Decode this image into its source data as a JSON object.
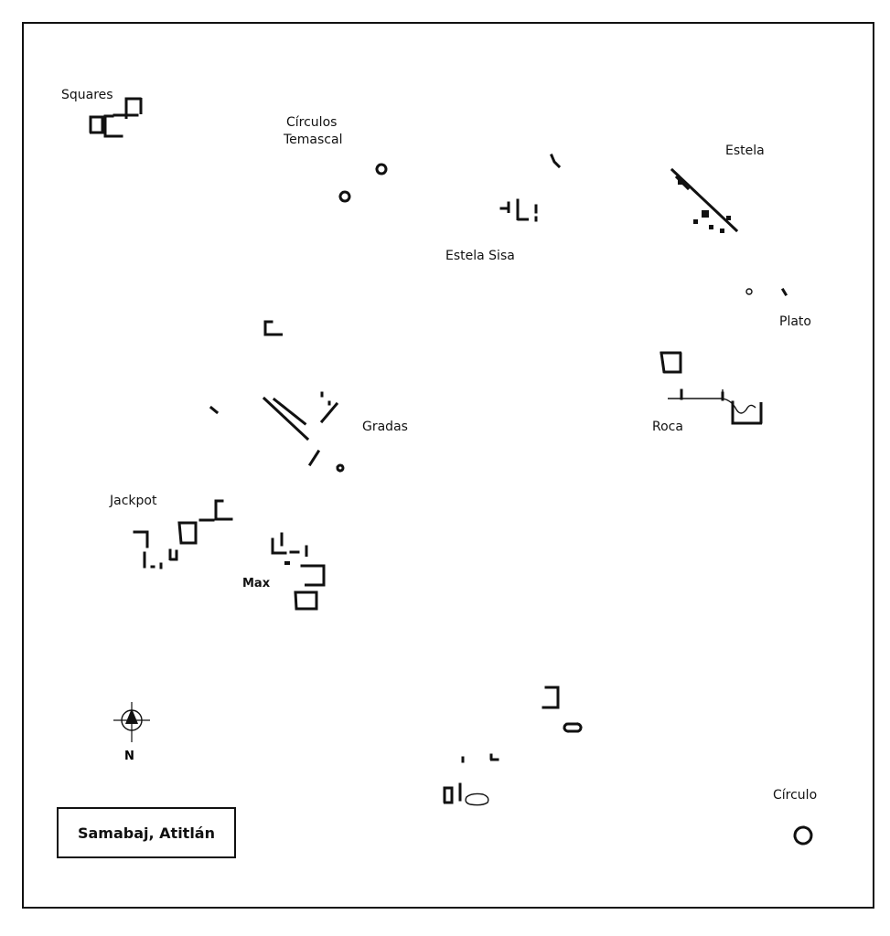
{
  "title": "Samabaj, Atitlán",
  "north_label": "N",
  "labels": {
    "squares": "Squares",
    "circulos": "Círculos",
    "temascal": "Temascal",
    "estela": "Estela",
    "estela_sisa": "Estela Sisa",
    "plato": "Plato",
    "gradas": "Gradas",
    "roca": "Roca",
    "jackpot": "Jackpot",
    "max": "Max",
    "circulo": "Círculo"
  },
  "colors": {
    "ink": "#111111",
    "background": "#ffffff"
  },
  "icons": {
    "north": "north-arrow-compass-icon"
  }
}
